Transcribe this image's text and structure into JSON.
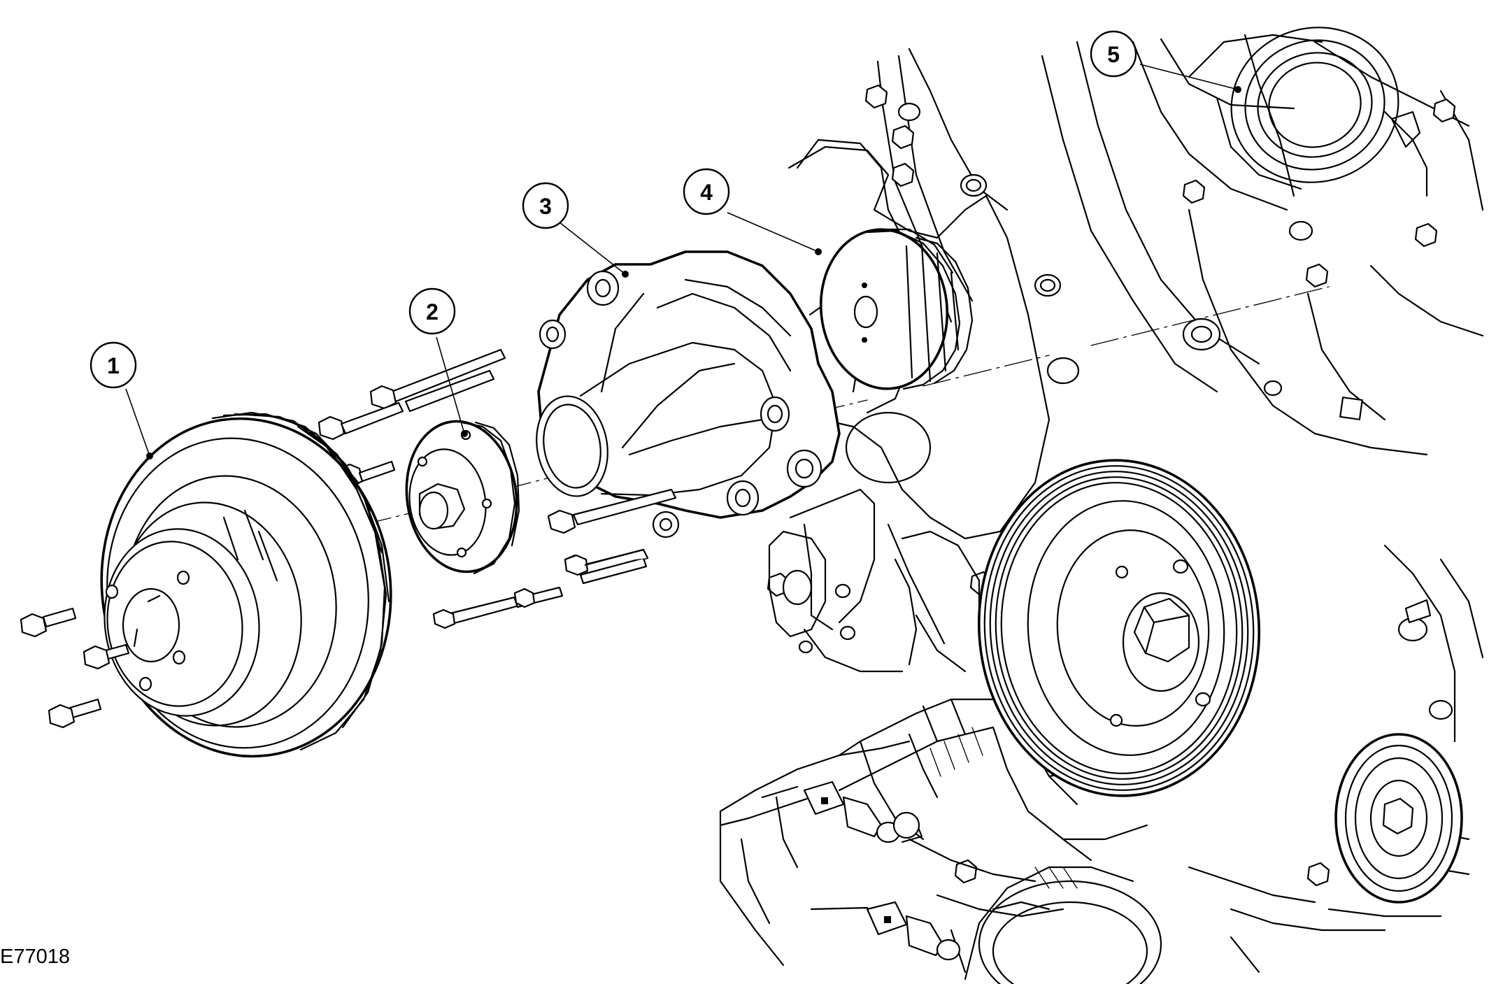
{
  "figure_id": "E77018",
  "callouts": [
    {
      "number": "1"
    },
    {
      "number": "2"
    },
    {
      "number": "3"
    },
    {
      "number": "4"
    },
    {
      "number": "5"
    }
  ]
}
